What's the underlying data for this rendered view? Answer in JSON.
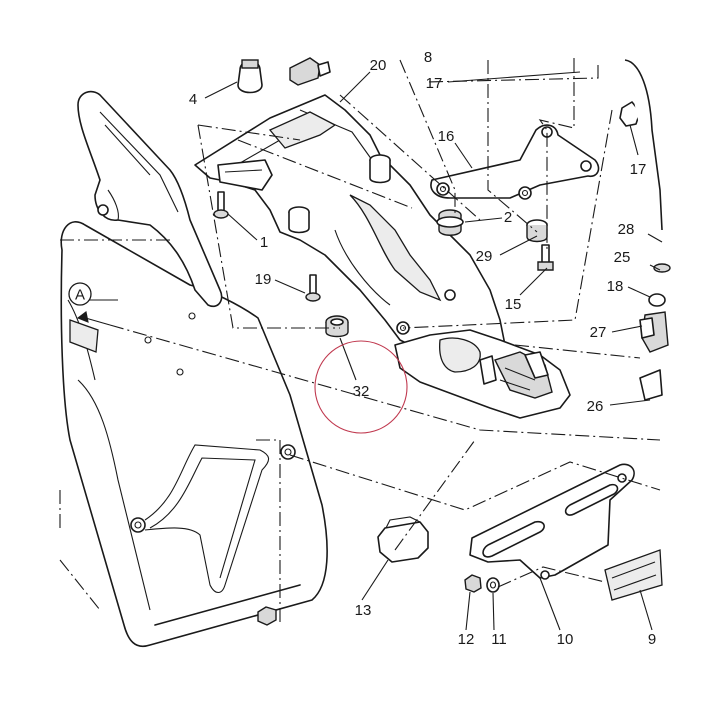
{
  "highlight_color": "#c0394f",
  "labels": {
    "l1": "1",
    "l2": "2",
    "l4": "4",
    "l9": "9",
    "l10": "10",
    "l11": "11",
    "l12": "12",
    "l13": "13",
    "l15": "15",
    "l16": "16",
    "l17a": "17",
    "l17b": "17",
    "l18": "18",
    "l19": "19",
    "l20": "20",
    "l25": "25",
    "l26": "26",
    "l27": "27",
    "l28": "28",
    "l29": "29",
    "l32": "32",
    "l8": "8"
  },
  "view_marker": "A"
}
